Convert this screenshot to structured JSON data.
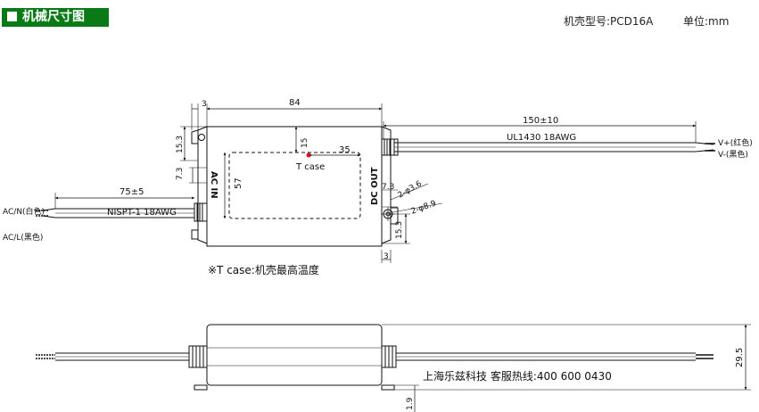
{
  "header": {
    "title": "机械尺寸图",
    "model": "机壳型号:PCD16A",
    "unit": "单位:mm"
  },
  "dims": {
    "d_3_top": "3",
    "d_84": "84",
    "d_15_3_left": "15.3",
    "d_7_3_left": "7.3",
    "d_57": "57",
    "d_15": "15",
    "d_35": "35",
    "d_150": "150±10",
    "d_75": "75±5",
    "d_7_3_right": "7.3",
    "d_15_3_right": "15.3",
    "d_3_bottom": "3",
    "d_29_5": "29.5",
    "d_1_9": "1.9",
    "hole_a": "2-φ3.6",
    "hole_b": "2-φ8.9"
  },
  "labels": {
    "tcase": "T case",
    "ac_in": "AC IN",
    "dc_out": "DC OUT",
    "ul_cable": "UL1430 18AWG",
    "nispt_cable": "NISPT-1 18AWG",
    "v_plus": "V+(红色)",
    "v_minus": "V-(黑色)",
    "ac_n": "AC/N(白色)",
    "ac_l": "AC/L(黑色)",
    "note": "※T case:机壳最高温度",
    "contact": "上海乐兹科技 客服热线:400 600 0430"
  },
  "colors": {
    "header_bg": "#0a7a16",
    "tcase_dot": "#e0101a"
  }
}
